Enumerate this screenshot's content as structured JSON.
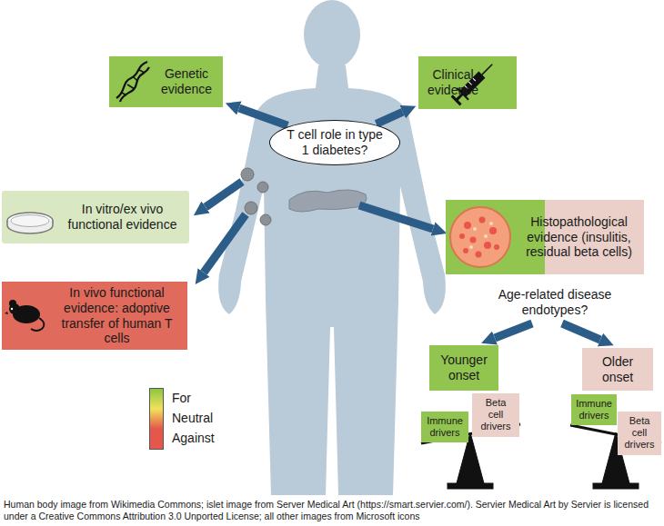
{
  "diagram": {
    "caption": "Human body image from Wikimedia Commons; islet image from Server Medical Art (https://smart.servier.com/). Servier Medical Art by Servier is licensed under a Creative Commons Attribution 3.0 Unported License; all other images from Microsoft icons",
    "nodes": [
      {
        "text": [
          "T cell role in type 1 diabetes?"
        ]
      },
      {
        "text": [
          "Genetic evidence"
        ]
      },
      {
        "text": [
          "Clinical evidence"
        ]
      },
      {
        "text": [
          "In vitro/ex vivo functional evidence"
        ]
      },
      {
        "text": [
          "Histopathological evidence (insulitis, residual beta cells)"
        ]
      },
      {
        "text": [
          "In vivo functional evidence: adoptive transfer of human T cells"
        ]
      },
      {
        "text": [
          "Younger onset"
        ]
      },
      {
        "text": [
          "Older onset"
        ]
      },
      {
        "text": [
          "Immune drivers"
        ]
      },
      {
        "text": [
          "Beta cell drivers"
        ]
      },
      {
        "text": [
          "Immune drivers"
        ]
      },
      {
        "text": [
          "Beta cell drivers"
        ]
      }
    ],
    "edges": [
      {
        "from": 0,
        "to": 1,
        "arrow": "to"
      },
      {
        "from": 0,
        "to": 2,
        "arrow": "to"
      }
    ],
    "labels": [
      "Age-related disease endotypes?"
    ],
    "legend": [
      {
        "text": "For",
        "color": "#8cc63f"
      },
      {
        "text": "Neutral",
        "color": "#f1e25a"
      },
      {
        "text": "Against",
        "color": "#e5574a"
      }
    ]
  }
}
